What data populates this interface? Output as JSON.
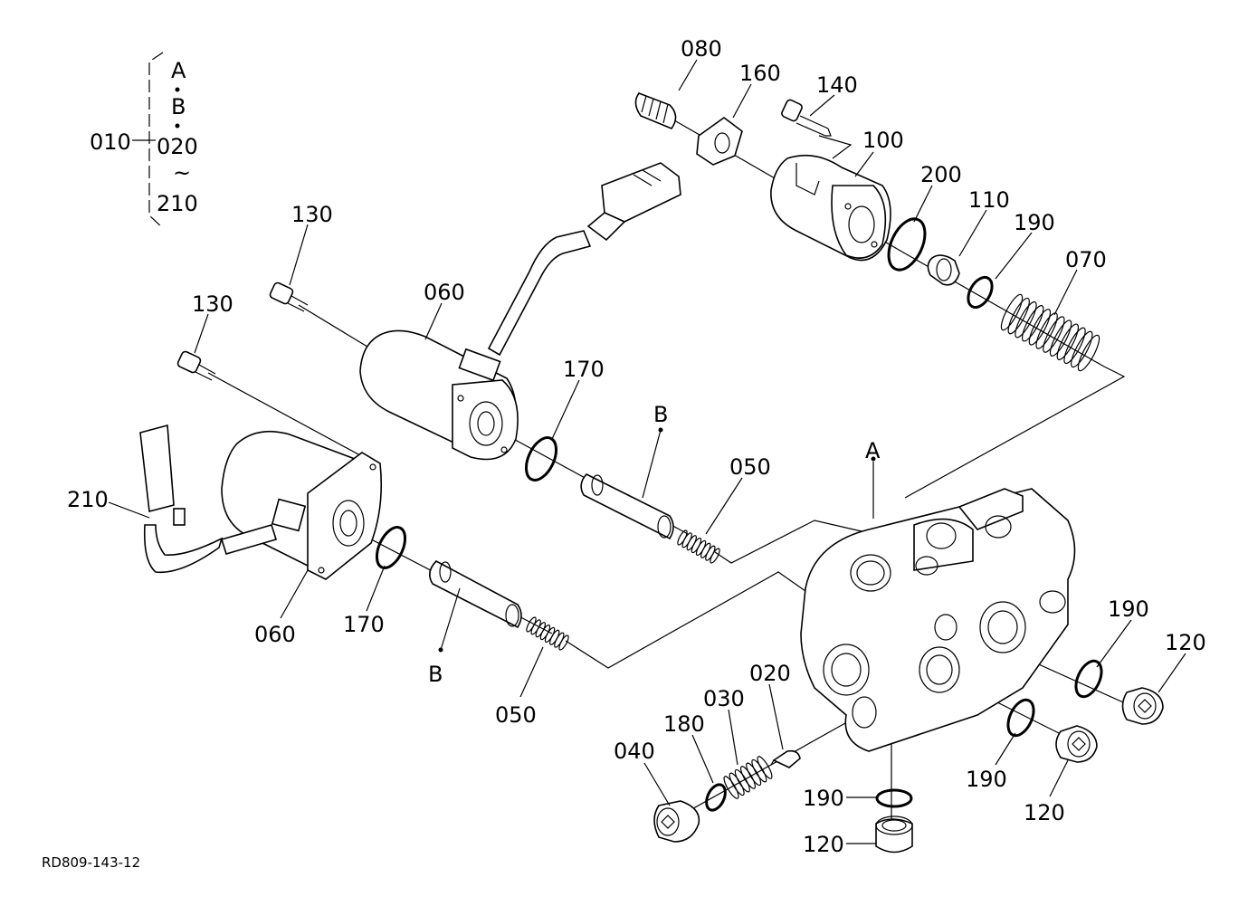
{
  "diagram": {
    "drawing_code": "RD809-143-12",
    "group_legend": {
      "parent": "010",
      "line1": "A",
      "line2": "B",
      "line3": "020",
      "tilde": "~",
      "line4": "210"
    },
    "labels": {
      "p080": "080",
      "p160": "160",
      "p140": "140",
      "p100": "100",
      "p200": "200",
      "p110": "110",
      "p190_top": "190",
      "p070": "070",
      "p130_a": "130",
      "p130_b": "130",
      "p060_top": "060",
      "p170_top": "170",
      "pB_top": "B",
      "p050_top": "050",
      "pA": "A",
      "p210": "210",
      "p060_bottom": "060",
      "p170_bottom": "170",
      "pB_bottom": "B",
      "p050_bottom": "050",
      "p020": "020",
      "p030": "030",
      "p180": "180",
      "p040": "040",
      "p190_right": "190",
      "p120_right": "120",
      "p190_mid": "190",
      "p120_mid": "120",
      "p190_bottom": "190",
      "p120_bottom": "120"
    }
  }
}
